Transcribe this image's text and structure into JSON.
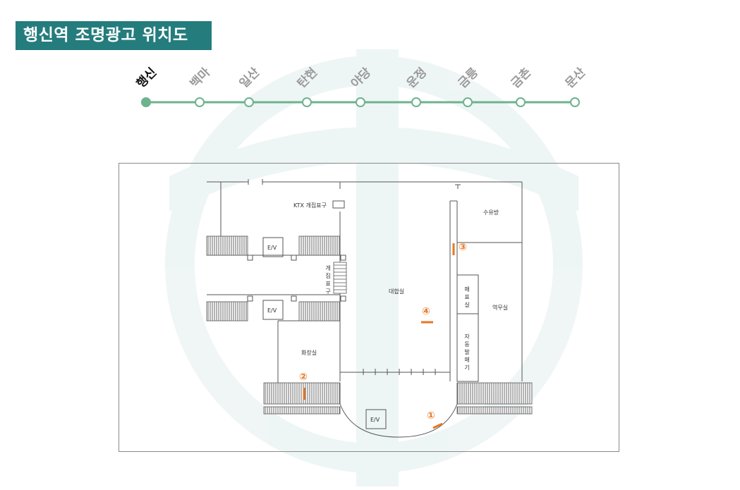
{
  "title": "행신역 조명광고 위치도",
  "colors": {
    "title_bg": "#247c7d",
    "route_line": "#6db38e",
    "marker": "#e87722"
  },
  "route": {
    "current_index": 0,
    "stations": [
      "행신",
      "백마",
      "일산",
      "탄현",
      "야당",
      "운정",
      "금릉",
      "금촌",
      "문산"
    ]
  },
  "floorplan": {
    "rooms": {
      "ktx_gate": "KTX 개집표구",
      "nursing_room": "수유방",
      "gate": "개집표구",
      "waiting_room": "대합실",
      "ticket_office": "매표실",
      "station_office": "역무실",
      "vending": "자동발매기",
      "restroom": "화장실",
      "ev_1": "E/V",
      "ev_2": "E/V",
      "ev_3": "E/V"
    },
    "markers": [
      "①",
      "②",
      "③",
      "④"
    ]
  }
}
